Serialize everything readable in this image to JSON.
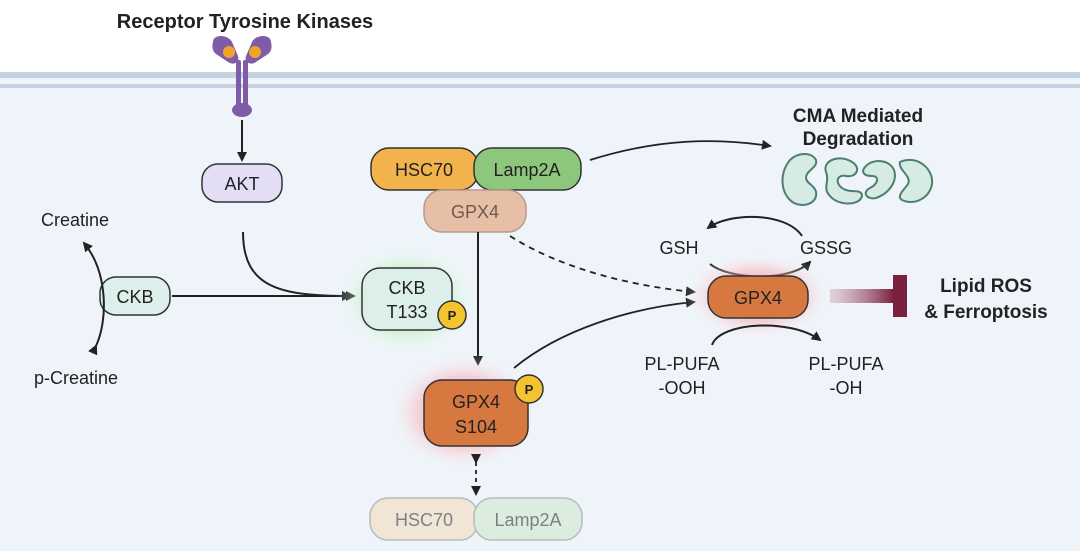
{
  "title": "Receptor Tyrosine Kinases",
  "nodes": {
    "akt": "AKT",
    "ckb": "CKB",
    "ckb_p_line1": "CKB",
    "ckb_p_line2": "T133",
    "hsc70_top": "HSC70",
    "lamp2a_top": "Lamp2A",
    "gpx4_top": "GPX4",
    "gpx4_p_line1": "GPX4",
    "gpx4_p_line2": "S104",
    "hsc70_bottom": "HSC70",
    "lamp2a_bottom": "Lamp2A",
    "gpx4_right": "GPX4",
    "phospho_label": "P"
  },
  "labels": {
    "creatine": "Creatine",
    "p_creatine": "p-Creatine",
    "gsh": "GSH",
    "gssg": "GSSG",
    "pl_pufa_ooh_line1": "PL-PUFA",
    "pl_pufa_ooh_line2": "-OOH",
    "pl_pufa_oh_line1": "PL-PUFA",
    "pl_pufa_oh_line2": "-OH",
    "cma_line1": "CMA Mediated",
    "cma_line2": "Degradation",
    "lipid_line1": "Lipid ROS",
    "lipid_line2": "& Ferroptosis"
  },
  "colors": {
    "membrane": "#c3d3e3",
    "cytoplasm": "#eef4fa",
    "receptor": "#7e5ca8",
    "receptor_ligand": "#f0a52a",
    "akt_fill": "#e3def6",
    "ckb_fill": "#dcefeb",
    "hsc70_fill": "#f2b34c",
    "lamp2a_fill": "#8dc77c",
    "gpx4_light_fill": "#e7bfa6",
    "gpx4_dark_fill": "#d87841",
    "phospho_fill": "#f4c430",
    "inhibition": "#7a1f3d",
    "degradation_fragments": "#d6ebe3"
  },
  "icons": [
    "receptor-icon",
    "phosphate-badge-icon",
    "degradation-fragments-icon",
    "inhibition-bar-icon"
  ]
}
